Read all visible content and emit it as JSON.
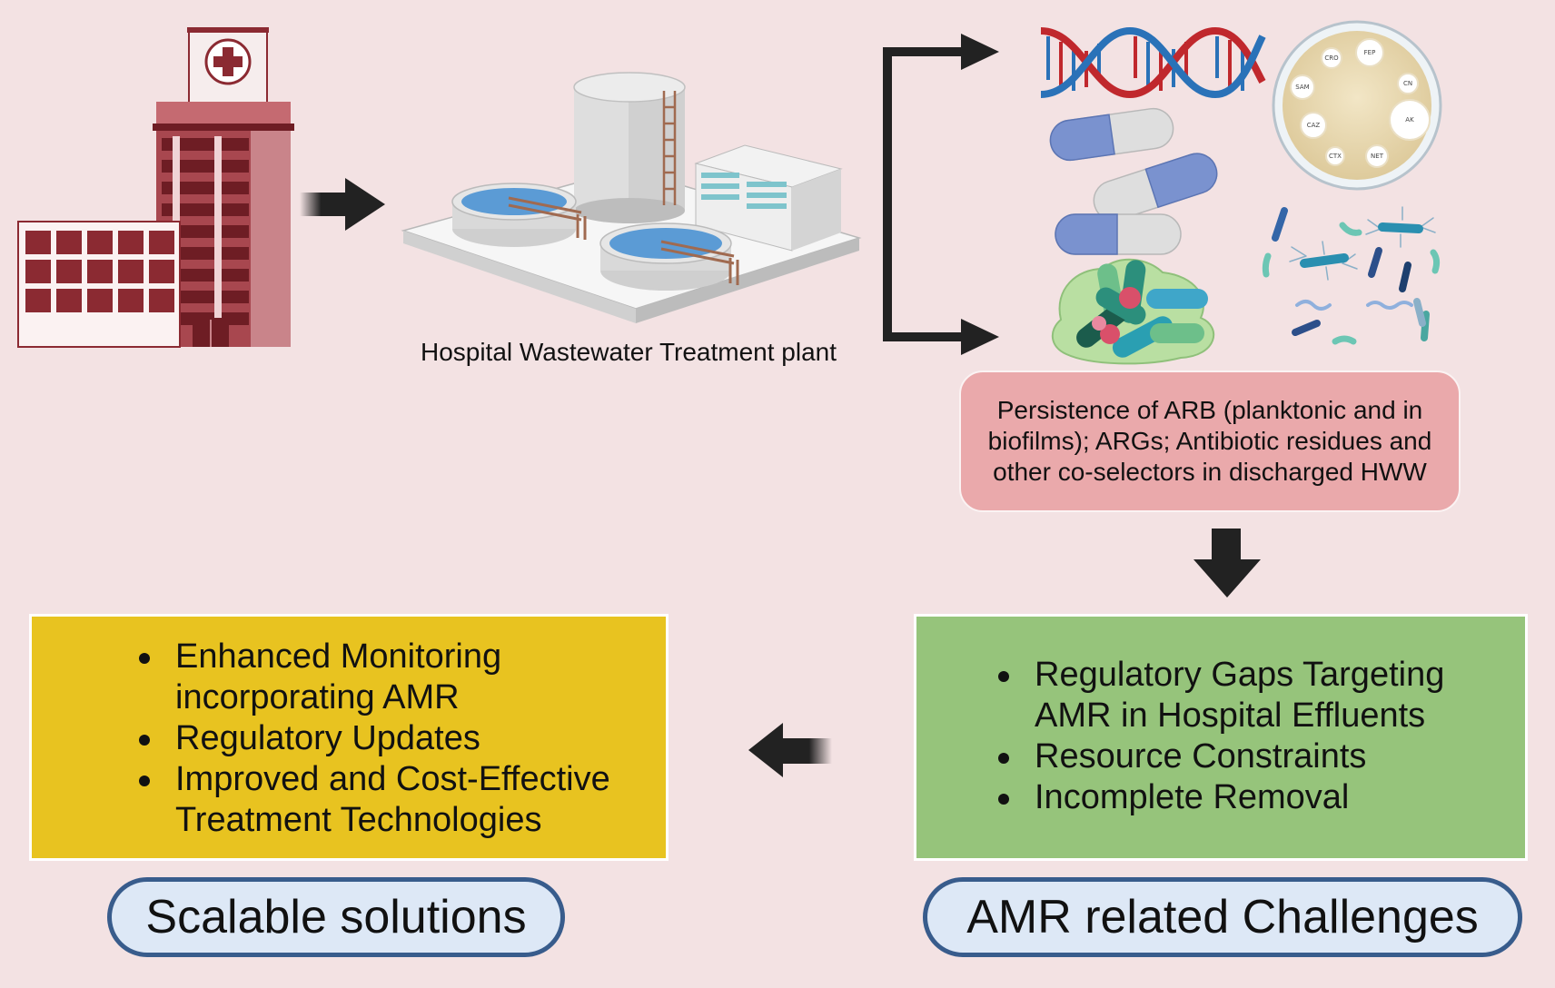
{
  "plant": {
    "caption": "Hospital Wastewater Treatment plant"
  },
  "persistence": {
    "text": "Persistence of ARB (planktonic and in biofilms); ARGs; Antibiotic residues and other co-selectors in discharged HWW"
  },
  "petri_dish": {
    "discs": [
      "CRO",
      "FEP",
      "SAM",
      "CN",
      "CAZ",
      "AK",
      "CTX",
      "NET"
    ]
  },
  "solutions": {
    "items": [
      "Enhanced Monitoring incorporating AMR",
      "Regulatory Updates",
      "Improved and Cost-Effective Treatment Technologies"
    ],
    "title": "Scalable solutions"
  },
  "challenges": {
    "items": [
      "Regulatory Gaps Targeting AMR in Hospital Effluents",
      "Resource Constraints",
      "Incomplete Removal"
    ],
    "title": "AMR related Challenges"
  },
  "colors": {
    "background": "#f3e2e3",
    "hospital": "#8b2a32",
    "arrow": "#222222",
    "persistence_box": "#eaa9ab",
    "solutions_box": "#e8c320",
    "challenges_box": "#96c47b",
    "pill_border": "#385c8c",
    "pill_fill": "#dde8f6",
    "water": "#5b9bd5",
    "dna_red": "#c0282d",
    "dna_blue": "#2a72b8"
  }
}
